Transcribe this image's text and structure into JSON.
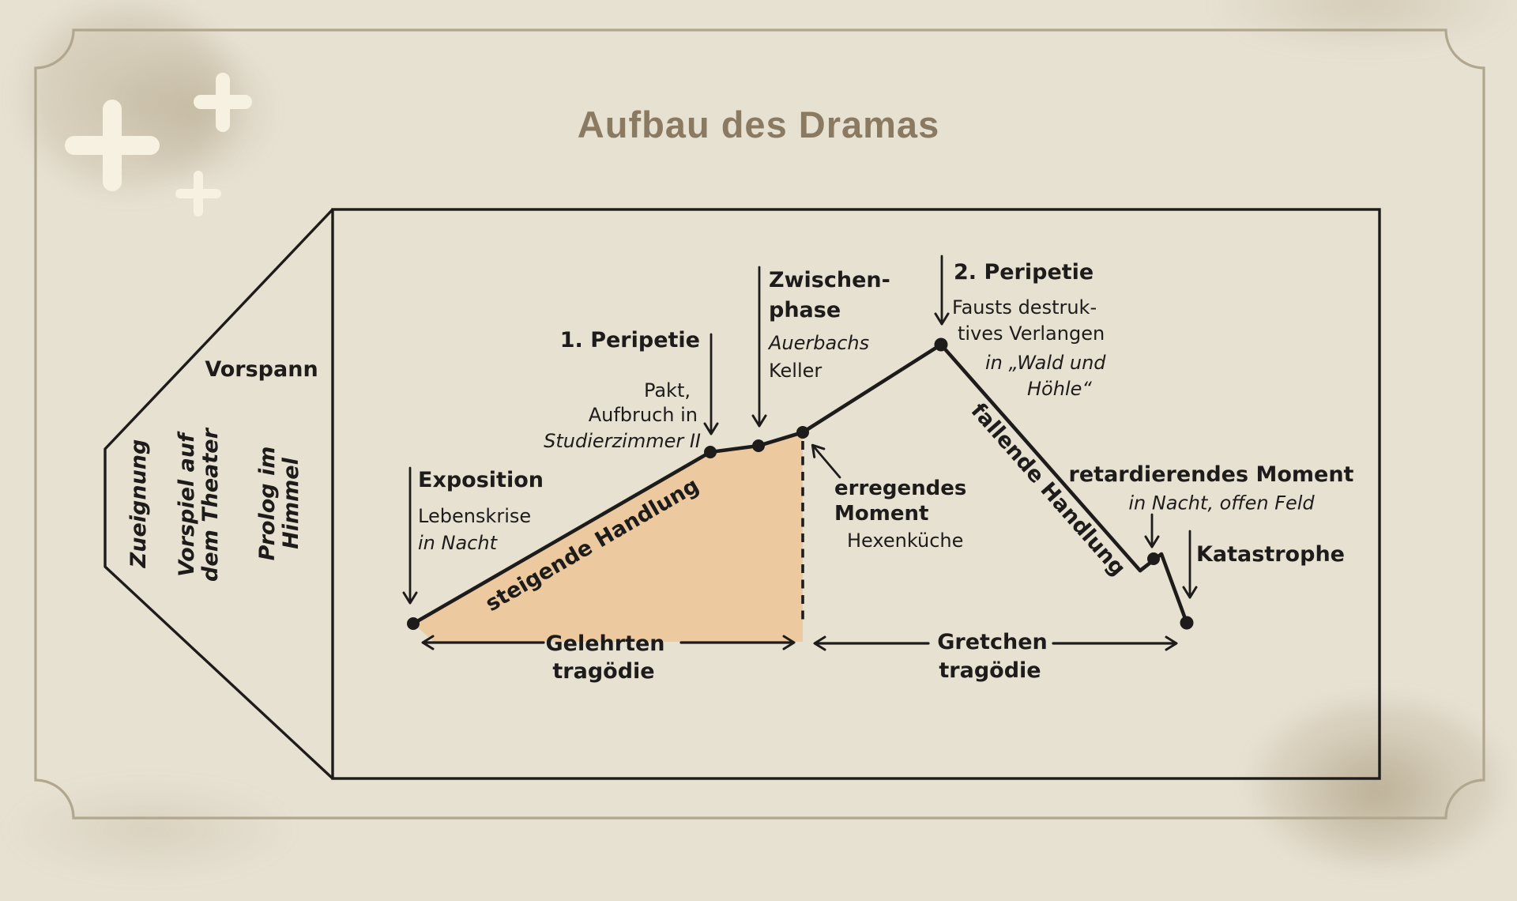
{
  "title": "Aufbau des Dramas",
  "colors": {
    "background": "#e7e1d2",
    "ink": "#1d1c1a",
    "rising_shade": "#ecc99e",
    "frame_line": "#b1a78e",
    "title_text": "#8b7a62",
    "plus_decoration": "#f7f1e2"
  },
  "prelude": {
    "vorspann": "Vorspann",
    "zueignung": "Zueignung",
    "vorspiel_l1": "Vorspiel auf",
    "vorspiel_l2": "dem Theater",
    "prolog_l1": "Prolog im",
    "prolog_l2": "Himmel"
  },
  "curve": {
    "exposition_title": "Exposition",
    "exposition_l1": "Lebenskrise",
    "exposition_l2": "in Nacht",
    "rising_label": "steigende Handlung",
    "peripetie1_title": "1. Peripetie",
    "peripetie1_l1": "Pakt,",
    "peripetie1_l2": "Aufbruch in",
    "peripetie1_l3": "Studierzimmer II",
    "zwischenphase_t1": "Zwischen-",
    "zwischenphase_t2": "phase",
    "zwischenphase_l1": "Auerbachs",
    "zwischenphase_l2": "Keller",
    "erregendes_t1": "erregendes",
    "erregendes_t2": "Moment",
    "erregendes_l1": "Hexenküche",
    "peripetie2_title": "2. Peripetie",
    "peripetie2_l1": "Fausts destruk-",
    "peripetie2_l2": "tives Verlangen",
    "peripetie2_l3": "in „Wald und",
    "peripetie2_l4": "Höhle“",
    "falling_label": "fallende Handlung",
    "retardierendes_title": "retardierendes Moment",
    "retardierendes_l1": "in Nacht, offen Feld",
    "katastrophe": "Katastrophe"
  },
  "spans": {
    "gelehrten_l1": "Gelehrten",
    "gelehrten_l2": "tragödie",
    "gretchen_l1": "Gretchen",
    "gretchen_l2": "tragödie"
  }
}
